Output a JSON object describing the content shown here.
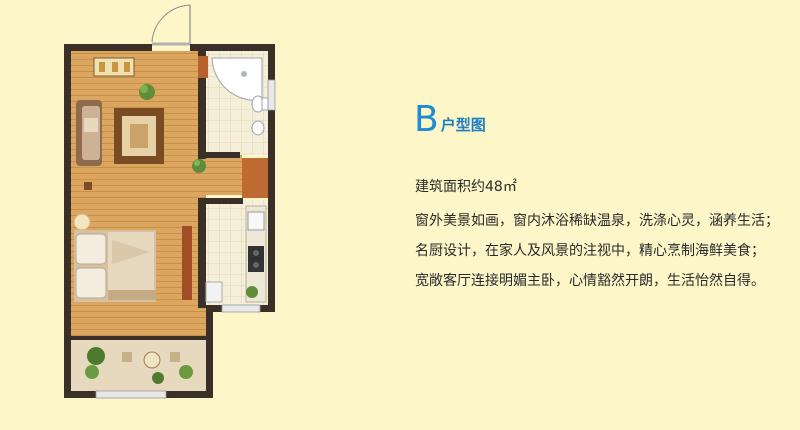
{
  "plan": {
    "type_letter": "B",
    "type_label": "户型图",
    "area_label": "建筑面积约48㎡"
  },
  "description": {
    "lines": [
      "窗外美景如画，窗内沐浴稀缺温泉，洗涤心灵，涵养生活；",
      "名厨设计，在家人及风景的注视中，精心烹制海鲜美食；",
      "宽敞客厅连接明媚主卧，心情豁然开朗，生活怡然自得。"
    ]
  },
  "colors": {
    "background": "#fcf6c8",
    "title_blue": "#1f8bd2",
    "wall": "#3a2f25",
    "wood_floor": "#d9a35a",
    "tile_floor": "#f4eed9"
  }
}
